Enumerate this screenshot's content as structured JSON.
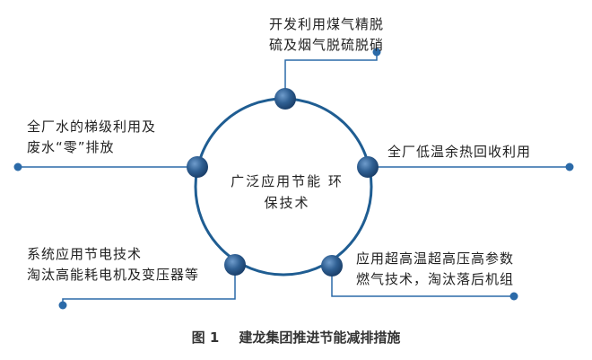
{
  "center": {
    "line1": "广泛应用节能",
    "line2": "环保技术"
  },
  "measures": {
    "top": {
      "line1": "开发利用煤气精脱",
      "line2": "硫及烟气脱硫脱硝"
    },
    "left": {
      "line1": "全厂水的梯级利用及",
      "line2": "废水“零”排放"
    },
    "right": {
      "line1": "全厂低温余热回收利用"
    },
    "bottom_left": {
      "line1": "系统应用节电技术",
      "line2": "淘汰高能耗电机及变压器等"
    },
    "bottom_right": {
      "line1": "应用超高温超高压高参数",
      "line2": "燃气技术，淘汰落后机组"
    }
  },
  "caption": {
    "number": "图 1",
    "title": "建龙集团推进节能减排措施"
  },
  "colors": {
    "ring": "#1f5d92",
    "node_fill": "#214f7c",
    "connector": "#2b6aa8"
  }
}
